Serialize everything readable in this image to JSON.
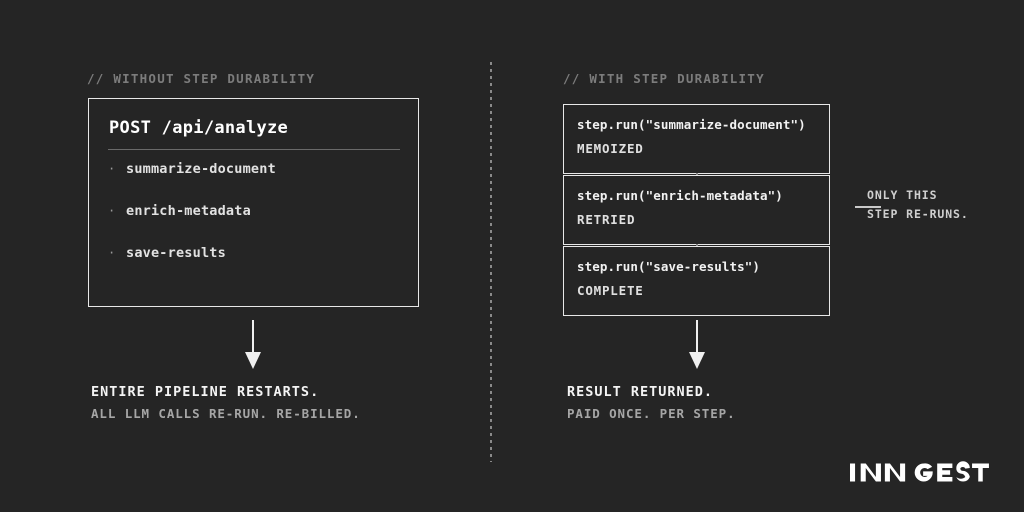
{
  "theme": {
    "background": "#252525",
    "border": "#e8e8e8",
    "text_primary": "#f4f4f4",
    "text_muted": "#7c7c7c",
    "divider": "#8a8a8a"
  },
  "left_column": {
    "comment": "// WITHOUT STEP DURABILITY",
    "card": {
      "title": "POST /api/analyze",
      "items": [
        {
          "bullet": "·",
          "label": "summarize-document"
        },
        {
          "bullet": "·",
          "label": "enrich-metadata"
        },
        {
          "bullet": "·",
          "label": "save-results"
        }
      ]
    },
    "outcome": {
      "headline": "ENTIRE PIPELINE RESTARTS.",
      "sub": "ALL LLM CALLS RE-RUN. RE-BILLED."
    }
  },
  "right_column": {
    "comment": "// WITH STEP DURABILITY",
    "steps": [
      {
        "code": "step.run(\"summarize-document\")",
        "status": "MEMOIZED"
      },
      {
        "code": "step.run(\"enrich-metadata\")",
        "status": "RETRIED"
      },
      {
        "code": "step.run(\"save-results\")",
        "status": "COMPLETE"
      }
    ],
    "callout": {
      "line1": "ONLY THIS",
      "line2": "STEP RE-RUNS."
    },
    "outcome": {
      "headline": "RESULT RETURNED.",
      "sub": "PAID ONCE. PER STEP."
    }
  },
  "brand": {
    "name": "INNGEST"
  }
}
